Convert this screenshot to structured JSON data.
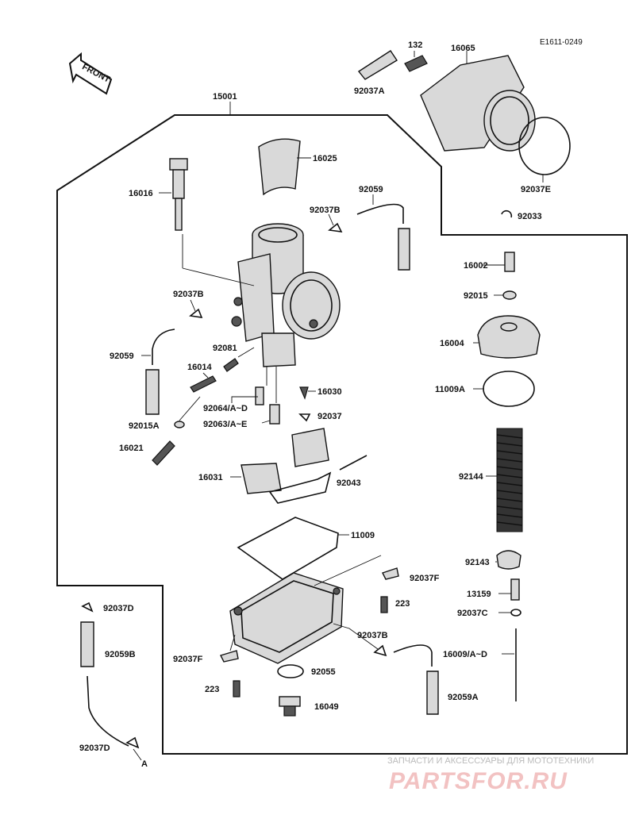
{
  "diagram_code": "E1611-0249",
  "front_label": "FRONT",
  "parts": {
    "p15001": "15001",
    "p16025": "16025",
    "p16016": "16016",
    "p92059_top": "92059",
    "p92037B_top": "92037B",
    "p92037B_left": "92037B",
    "p92059_left": "92059",
    "p92081": "92081",
    "p16014": "16014",
    "p16030": "16030",
    "p92064": "92064/A~D",
    "p92015A": "92015A",
    "p92063": "92063/A~E",
    "p92037": "92037",
    "p16021": "16021",
    "p16031": "16031",
    "p92043": "92043",
    "p11009": "11009",
    "p92037F_a": "92037F",
    "p223_a": "223",
    "p92037B_bot": "92037B",
    "p92037F_b": "92037F",
    "p92055": "92055",
    "p223_b": "223",
    "p16049": "16049",
    "p92059A": "92059A",
    "p92037D_a": "92037D",
    "p92059B": "92059B",
    "p92037D_b": "92037D",
    "pA_tail": "A",
    "p132": "132",
    "p16065": "16065",
    "p92037A": "92037A",
    "p92037E": "92037E",
    "p92033": "92033",
    "p16002": "16002",
    "p92015": "92015",
    "p16004": "16004",
    "p11009A": "11009A",
    "p92144": "92144",
    "p92143": "92143",
    "p13159": "13159",
    "p92037C": "92037C",
    "p16009": "16009/A~D"
  },
  "watermark": {
    "caption": "ЗАПЧАСТИ И АКСЕССУАРЫ ДЛЯ МОТОТЕХНИКИ",
    "brand": "PARTSFOR.RU"
  }
}
